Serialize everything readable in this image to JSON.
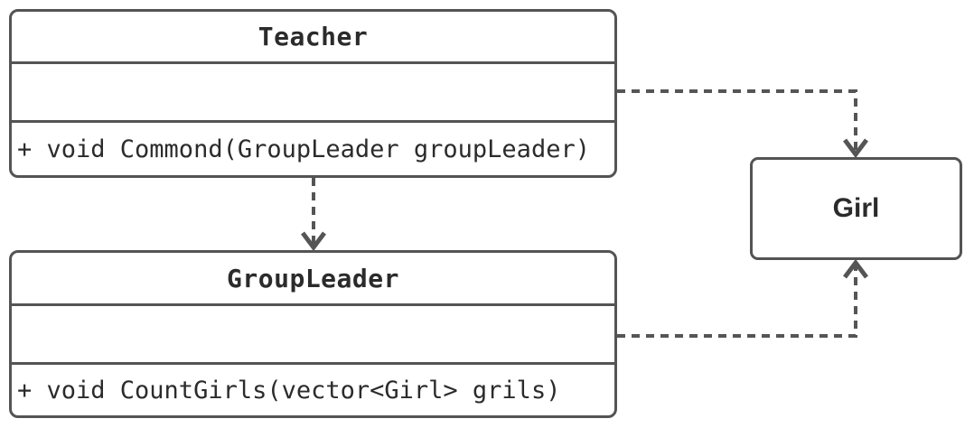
{
  "diagram": {
    "kind": "uml-class-diagram",
    "background_color": "#ffffff",
    "stroke_color": "#555555",
    "text_color": "#2b2b2b",
    "classes": {
      "teacher": {
        "name": "Teacher",
        "attributes_compartment": "",
        "methods_compartment": "+ void Commond(GroupLeader groupLeader)"
      },
      "group_leader": {
        "name": "GroupLeader",
        "attributes_compartment": "",
        "methods_compartment": "+ void CountGirls(vector<Girl> grils)"
      },
      "girl": {
        "name": "Girl"
      }
    },
    "relationships": [
      {
        "from": "Teacher",
        "to": "Girl",
        "style": "dashed-open-arrow"
      },
      {
        "from": "Teacher",
        "to": "GroupLeader",
        "style": "dashed-open-arrow"
      },
      {
        "from": "GroupLeader",
        "to": "Girl",
        "style": "dashed-open-arrow"
      }
    ]
  }
}
